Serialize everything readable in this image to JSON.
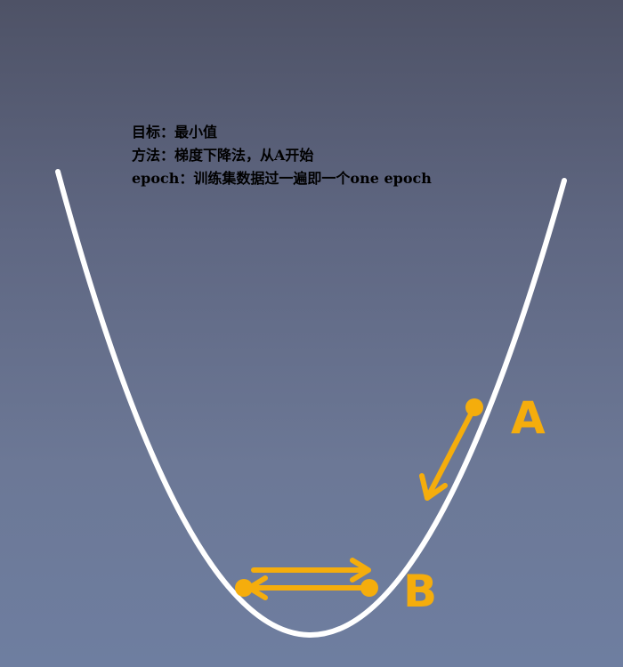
{
  "notes": {
    "goal": "目标：最小值",
    "method": "方法：梯度下降法，从A开始",
    "epoch": "epoch：训练集数据过一遍即一个one epoch"
  },
  "points": {
    "a_label": "A",
    "b_label": "B"
  },
  "colors": {
    "curve": "#ffffff",
    "accent": "#f5ad0c",
    "text": "#000000"
  }
}
